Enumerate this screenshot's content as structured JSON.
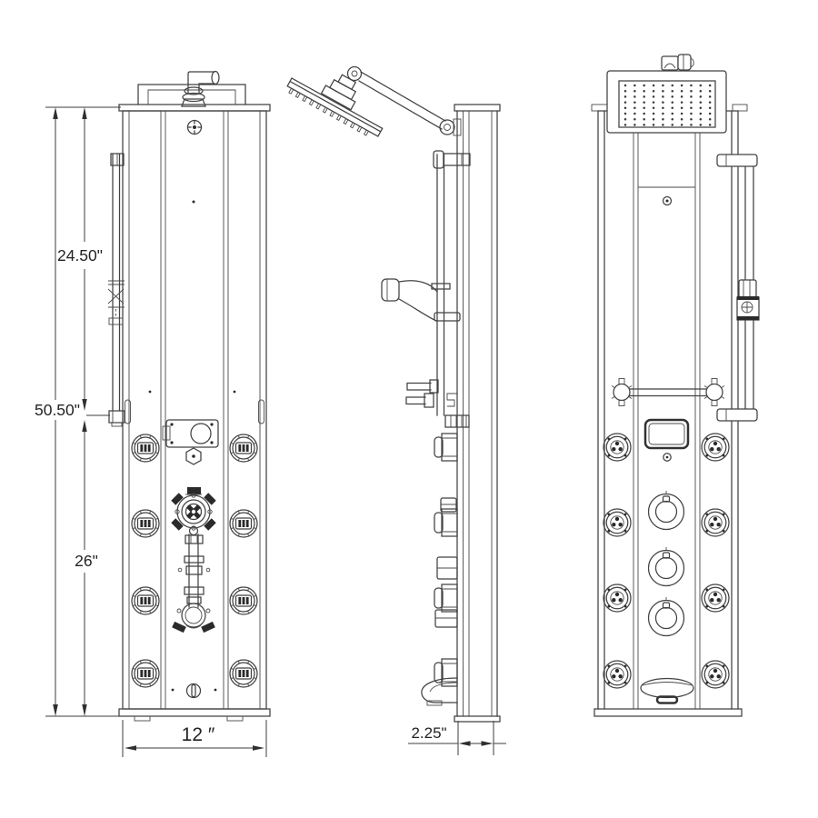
{
  "drawing": {
    "background": "#ffffff",
    "line_color": "#424242",
    "dark_fill": "#2a2a2a",
    "label_color": "#232323"
  },
  "dimensions": {
    "upper_height": "24.50\"",
    "total_height": "50.50\"",
    "lower_height": "26\"",
    "width": "12 ″",
    "depth": "2.25\""
  }
}
